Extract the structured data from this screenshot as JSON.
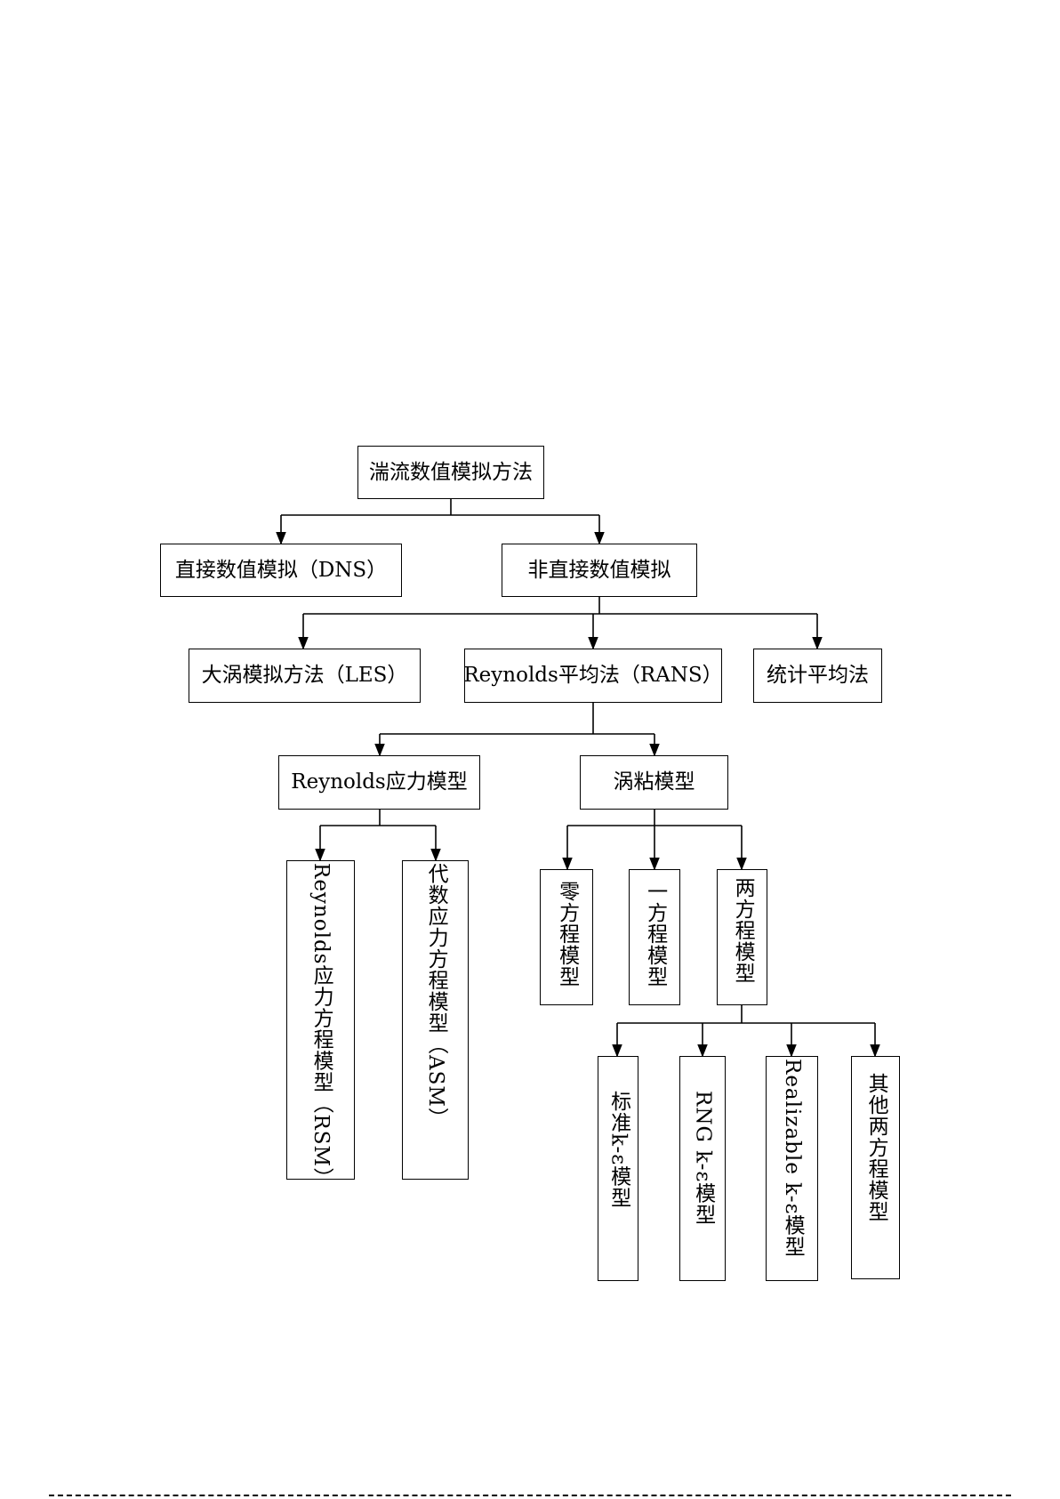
{
  "nodes": {
    "root": "湍流数值模拟方法",
    "dns": "直接数值模拟（DNS）",
    "non_direct": "非直接数值模拟",
    "les": "大涡模拟方法（LES）",
    "rans": "Reynolds平均法（RANS）",
    "statistical": "统计平均法",
    "rsm_group": "Reynolds应力模型",
    "eddy_viscosity": "涡粘模型",
    "rsm": "Reynolds应力方程模型（RSM）",
    "asm": "代数应力方程模型（ASM）",
    "zero_eq": "零方程模型",
    "one_eq": "一方程模型",
    "two_eq": "两方程模型",
    "standard_ke": "标准k-ε模型",
    "rng_ke": "RNG k-ε模型",
    "realizable_ke": "Realizable k-ε模型",
    "other_two_eq": "其他两方程模型"
  },
  "colors": {
    "line": "#000000",
    "box_fill": "#ffffff"
  }
}
